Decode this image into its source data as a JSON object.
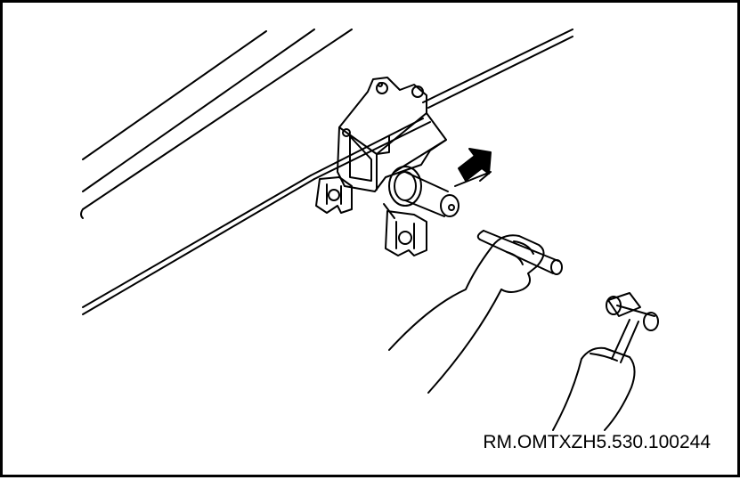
{
  "figure": {
    "reference_code": "RM.OMTXZH5.530.100244",
    "colors": {
      "line": "#000000",
      "background": "#ffffff"
    },
    "parts": [
      "frame-rails",
      "gearbox-housing",
      "output-shaft",
      "mounting-brackets",
      "drift-punch",
      "hammer",
      "direction-arrow"
    ]
  }
}
